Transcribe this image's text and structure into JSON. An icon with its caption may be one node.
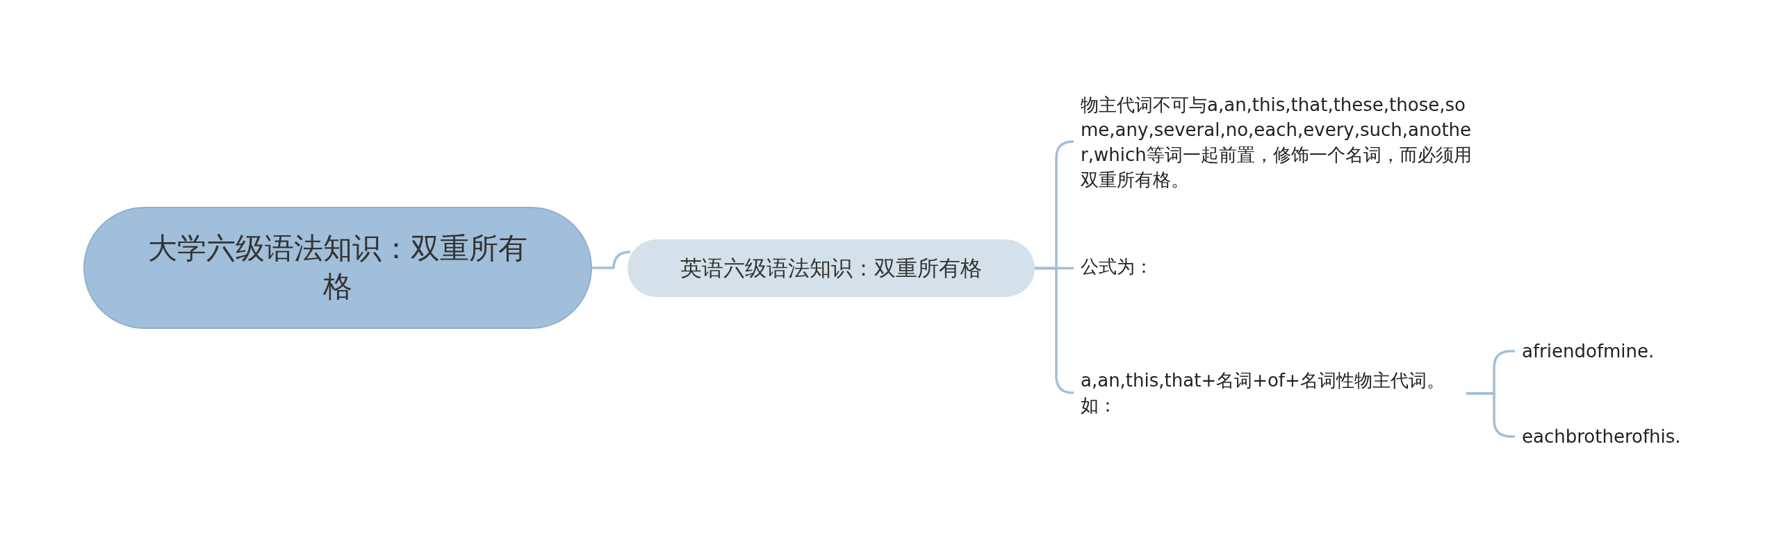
{
  "diagram": {
    "nodes": [
      {
        "text": [
          "大学六级语法知识：双重所有格"
        ]
      },
      {
        "text": [
          "英语六级语法知识：双重所有格"
        ]
      },
      {
        "text": [
          "物主代词不可与a,an,this,that,these,those,some,any,several,no,each,every,such,another,which等词一起前置，修饰一个名词，而必须用双重所有格。"
        ]
      },
      {
        "text": [
          "公式为："
        ]
      },
      {
        "text": [
          "a,an,this,that+名词+of+名词性物主代词。如："
        ]
      },
      {
        "text": [
          "afriendofmine."
        ]
      },
      {
        "text": [
          "eachbrotherofhis."
        ]
      }
    ],
    "edges": [
      {
        "from": 0,
        "to": 1,
        "arrow": "none"
      },
      {
        "from": 1,
        "to": 2,
        "arrow": "none"
      },
      {
        "from": 1,
        "to": 3,
        "arrow": "none"
      },
      {
        "from": 1,
        "to": 4,
        "arrow": "none"
      },
      {
        "from": 4,
        "to": 5,
        "arrow": "none"
      },
      {
        "from": 4,
        "to": 6,
        "arrow": "none"
      }
    ]
  }
}
